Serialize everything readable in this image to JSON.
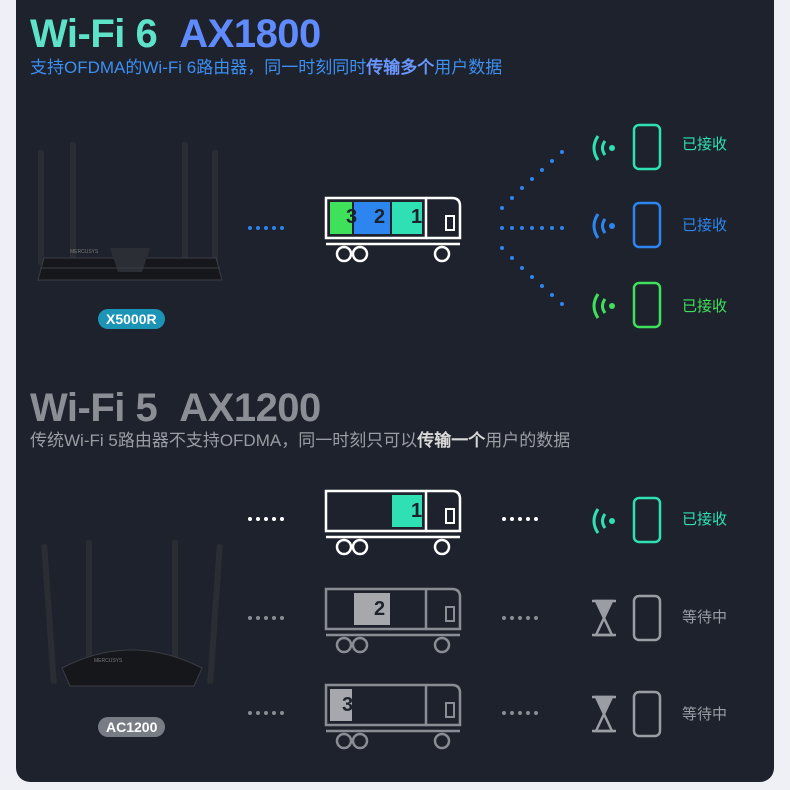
{
  "wifi6": {
    "title_part1": "Wi-Fi 6",
    "title_part2": "AX1800",
    "subtitle_part1": "支持OFDMA的Wi-Fi 6路由器，同一时刻同时",
    "subtitle_bold": "传输多个",
    "subtitle_part2": "用户数据",
    "router_model": "X5000R",
    "packets": [
      "3",
      "2",
      "1"
    ],
    "devices": [
      {
        "status": "已接收",
        "color": "#2fe0b4"
      },
      {
        "status": "已接收",
        "color": "#2d86f0"
      },
      {
        "status": "已接收",
        "color": "#3fe05a"
      }
    ]
  },
  "wifi5": {
    "title_part1": "Wi-Fi 5",
    "title_part2": "AX1200",
    "subtitle_part1": "传统Wi-Fi 5路由器不支持OFDMA，同一时刻只可以",
    "subtitle_bold": "传输一个",
    "subtitle_part2": "用户的数据",
    "router_model": "AC1200",
    "trucks": [
      {
        "packet": "1",
        "state": "active"
      },
      {
        "packet": "2",
        "state": "waiting"
      },
      {
        "packet": "3",
        "state": "waiting"
      }
    ],
    "devices": [
      {
        "status": "已接收",
        "icon": "wifi-signal-icon",
        "color": "#2fe0b4"
      },
      {
        "status": "等待中",
        "icon": "hourglass-icon",
        "color": "#9a9da3"
      },
      {
        "status": "等待中",
        "icon": "hourglass-icon",
        "color": "#9a9da3"
      }
    ]
  },
  "colors": {
    "teal": "#2fe0b4",
    "blue": "#2d86f0",
    "green": "#3fe05a",
    "gray": "#8a8d93"
  }
}
